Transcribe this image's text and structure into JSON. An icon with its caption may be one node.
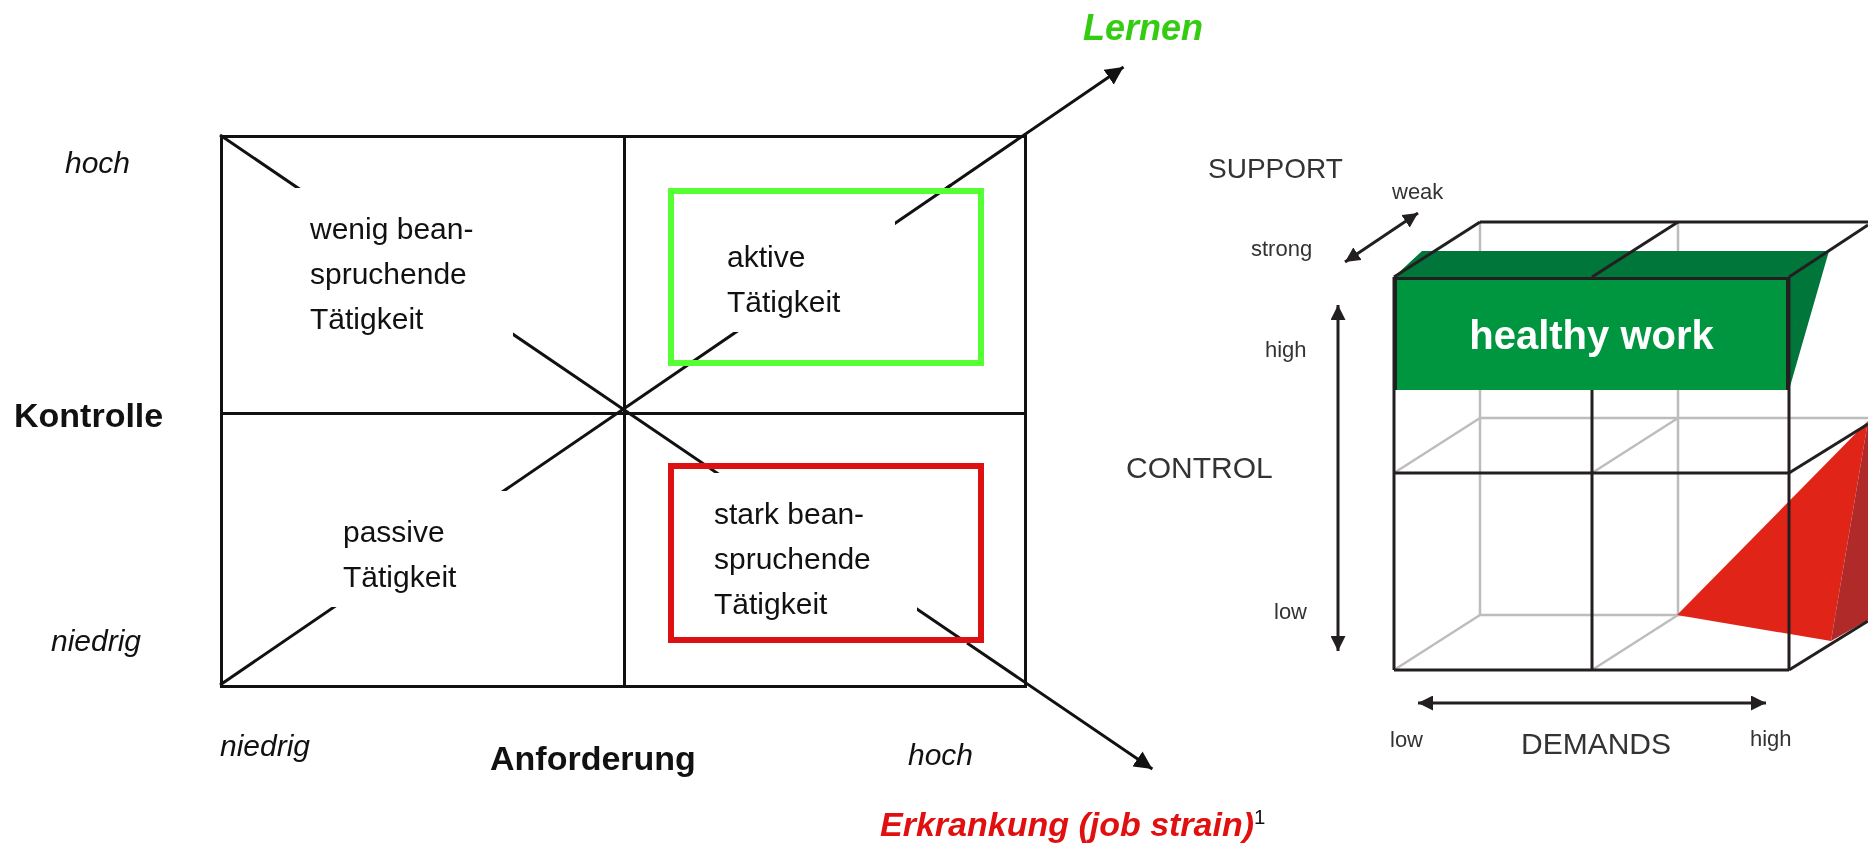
{
  "diagram": {
    "nodes": [
      {
        "text": [
          "wenig bean- spruchende Tätigkeit"
        ]
      },
      {
        "text": [],
        "shape": "box"
      },
      {
        "text": [
          "aktive Tätigkeit"
        ],
        "in": 1
      },
      {
        "text": [
          "passive Tätigkeit"
        ]
      },
      {
        "text": [],
        "shape": "box"
      },
      {
        "text": [
          "stark bean- spruchende Tätigkeit"
        ],
        "in": 4
      },
      {
        "text": [
          "Lernen"
        ]
      },
      {
        "text": [
          "Erkrankung (job strain)$^{1}$"
        ]
      },
      {
        "text": [
          "healthy work"
        ]
      }
    ],
    "edges": [
      {
        "from": 2,
        "to": 6,
        "arrow": "to"
      },
      {
        "from": 5,
        "to": 7,
        "arrow": "to"
      }
    ],
    "labels": [
      "hoch",
      "Kontrolle",
      "niedrig",
      "niedrig",
      "Anforderung",
      "hoch",
      "SUPPORT",
      "weak",
      "strong",
      "high",
      "CONTROL",
      "low",
      "low",
      "DEMANDS",
      "high"
    ]
  }
}
